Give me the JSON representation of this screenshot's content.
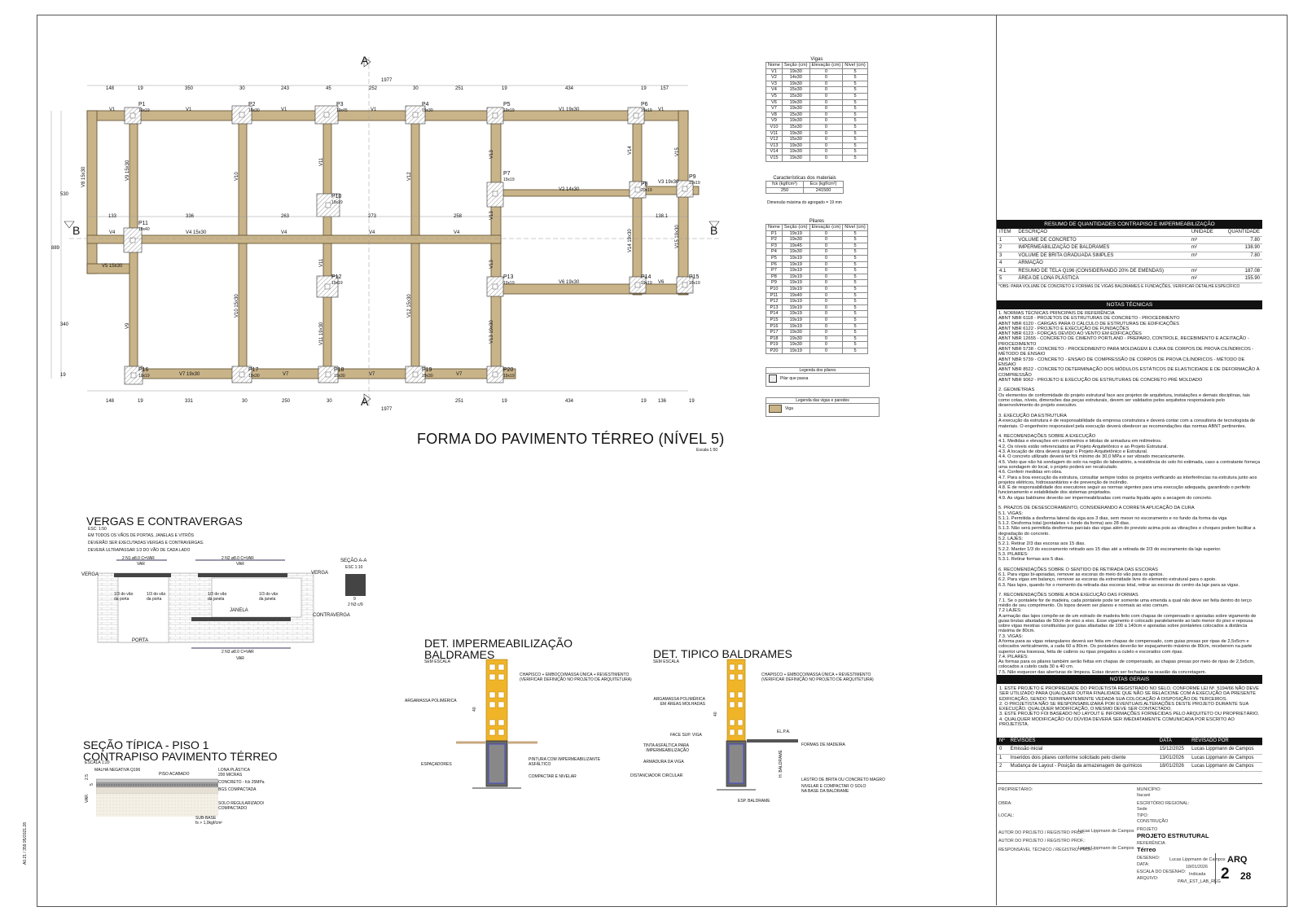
{
  "plan": {
    "title": "FORMA DO PAVIMENTO TÉRREO (NÍVEL 5)",
    "scale": "Escala 1:50",
    "section_a": "A",
    "section_b": "B",
    "dim_total": "1977",
    "dims_top": [
      "148",
      "19",
      "350",
      "30",
      "243",
      "45",
      "252",
      "30",
      "251",
      "19",
      "434",
      "19",
      "157"
    ],
    "dims_bottom": [
      "148",
      "19",
      "331",
      "30",
      "250",
      "30",
      "251",
      "19",
      "434",
      "19",
      "136",
      "19"
    ],
    "dims_left": [
      "530",
      "889",
      "340",
      "19"
    ],
    "dims_mid": [
      "133",
      "336",
      "263",
      "273",
      "258",
      "138.1"
    ],
    "pillars": [
      {
        "n": "P1",
        "s": "19x19"
      },
      {
        "n": "P2",
        "s": "19x30"
      },
      {
        "n": "P3",
        "s": "19x45"
      },
      {
        "n": "P4",
        "s": "19x30"
      },
      {
        "n": "P5",
        "s": "19x19"
      },
      {
        "n": "P6",
        "s": "19x19"
      },
      {
        "n": "P7",
        "s": "19x19"
      },
      {
        "n": "P8",
        "s": "20x19"
      },
      {
        "n": "P9",
        "s": "19x19"
      },
      {
        "n": "P10",
        "s": "19x19"
      },
      {
        "n": "P11",
        "s": "19x40"
      },
      {
        "n": "P12",
        "s": "19x19"
      },
      {
        "n": "P13",
        "s": "19x19"
      },
      {
        "n": "P14",
        "s": "19x19"
      },
      {
        "n": "P15",
        "s": "19x19"
      },
      {
        "n": "P16",
        "s": "19x19"
      },
      {
        "n": "P17",
        "s": "19x30"
      },
      {
        "n": "P18",
        "s": "19x30"
      },
      {
        "n": "P19",
        "s": "19x30"
      },
      {
        "n": "P20",
        "s": "19x19"
      }
    ],
    "beam_labels": [
      "V1",
      "V1",
      "V1",
      "V1",
      "V1 19x30",
      "V1",
      "V2 14x30",
      "V3 19x30",
      "V4",
      "V4 15x30",
      "V4",
      "V4",
      "V4",
      "V5 15x30",
      "V6 19x30",
      "V6",
      "V7 19x30",
      "V7",
      "V7",
      "V7",
      "V8 15x30",
      "V9 15x30",
      "V9",
      "V10",
      "V10 15x30",
      "V11",
      "V11",
      "V11 19x30",
      "V12",
      "V12 15x30",
      "V13",
      "V13",
      "V13",
      "V13 19x30",
      "V14",
      "V14 19x30",
      "V15",
      "V15 19x30"
    ]
  },
  "vigas_table": {
    "caption": "Vigas",
    "headers": [
      "Nome",
      "Seção (cm)",
      "Elevação (cm)",
      "Nível (cm)"
    ],
    "rows": [
      [
        "V1",
        "19x30",
        "0",
        "5"
      ],
      [
        "V2",
        "14x30",
        "0",
        "5"
      ],
      [
        "V3",
        "19x30",
        "0",
        "5"
      ],
      [
        "V4",
        "15x30",
        "0",
        "5"
      ],
      [
        "V5",
        "15x30",
        "0",
        "5"
      ],
      [
        "V6",
        "19x30",
        "0",
        "5"
      ],
      [
        "V7",
        "19x30",
        "0",
        "5"
      ],
      [
        "V8",
        "15x30",
        "0",
        "5"
      ],
      [
        "V9",
        "19x30",
        "0",
        "5"
      ],
      [
        "V10",
        "15x30",
        "0",
        "5"
      ],
      [
        "V11",
        "19x30",
        "0",
        "5"
      ],
      [
        "V12",
        "15x30",
        "0",
        "5"
      ],
      [
        "V13",
        "19x30",
        "0",
        "5"
      ],
      [
        "V14",
        "19x30",
        "0",
        "5"
      ],
      [
        "V15",
        "19x30",
        "0",
        "5"
      ]
    ]
  },
  "materials_table": {
    "caption": "Características dos materiais",
    "headers": [
      "fck (kgf/cm²)",
      "Ecs (kgf/cm²)"
    ],
    "row": [
      "250",
      "241500"
    ],
    "note": "Dimensão máxima do agregado = 19 mm"
  },
  "pilares_table": {
    "caption": "Pilares",
    "headers": [
      "Nome",
      "Seção (cm)",
      "Elevação (cm)",
      "Nível (cm)"
    ],
    "rows": [
      [
        "P1",
        "19x19",
        "0",
        "5"
      ],
      [
        "P2",
        "19x30",
        "0",
        "5"
      ],
      [
        "P3",
        "19x45",
        "0",
        "5"
      ],
      [
        "P4",
        "19x30",
        "0",
        "5"
      ],
      [
        "P5",
        "19x19",
        "0",
        "5"
      ],
      [
        "P6",
        "19x19",
        "0",
        "5"
      ],
      [
        "P7",
        "19x19",
        "0",
        "5"
      ],
      [
        "P8",
        "19x19",
        "0",
        "5"
      ],
      [
        "P9",
        "19x19",
        "0",
        "5"
      ],
      [
        "P10",
        "19x19",
        "0",
        "5"
      ],
      [
        "P11",
        "19x40",
        "0",
        "5"
      ],
      [
        "P12",
        "19x19",
        "0",
        "5"
      ],
      [
        "P13",
        "19x19",
        "0",
        "5"
      ],
      [
        "P14",
        "19x19",
        "0",
        "5"
      ],
      [
        "P15",
        "19x19",
        "0",
        "5"
      ],
      [
        "P16",
        "19x19",
        "0",
        "5"
      ],
      [
        "P17",
        "19x30",
        "0",
        "5"
      ],
      [
        "P18",
        "19x30",
        "0",
        "5"
      ],
      [
        "P19",
        "19x30",
        "0",
        "5"
      ],
      [
        "P20",
        "19x19",
        "0",
        "5"
      ]
    ]
  },
  "legend_pillars": {
    "title": "Legenda dos pilares",
    "item": "Pilar que passa"
  },
  "legend_beams": {
    "title": "Legenda das vigas e paredes",
    "item": "Viga"
  },
  "vergas": {
    "title": "VERGAS E CONTRAVERGAS",
    "esc": "ESC: 1:50",
    "lines": [
      "EM TODOS OS VÃOS DE PORTAS, JANELAS E VITRÔS",
      "DEVERÃO SER EXECUTADAS VERGAS E CONTRAVERGAS.",
      "DEVERÁ ULTRAPASSAR 1/3 DO VÃO DE CADA LADO"
    ],
    "n1": "2 N1 ø8.0  C=VAR",
    "n2": "2 N2 ø8.0  C=VAR",
    "n3": "2 N3 ø8.0  C=VAR",
    "var": "VAR",
    "verga": "VERGA",
    "janela": "JANELA",
    "contraverga": "CONTRAVERGA",
    "porta": "PORTA",
    "third_porta": "1/3 do vão da porta",
    "third_janela": "1/3 do vão da janela",
    "secao": "SEÇÃO A-A",
    "secao_esc": "ESC 1:10",
    "secao_dim": "9",
    "n3_label": "2 N3 c/9"
  },
  "secao_piso": {
    "title1": "SEÇÃO TÍPICA - PISO 1",
    "title2": "CONTRAPISO PAVIMENTO TÉRREO",
    "esc": "ESCALA 1:20",
    "malha": "MALHA NEGATIVA Q196",
    "acabado": "PISO ACABADO",
    "lona": "LONA PLÁSTICA 200 MICRAS",
    "concreto": "CONCRETO - fck 25MPa",
    "bgs": "BGS COMPACTADA",
    "solo": "SOLO REGULARIZADO/ COMPACTADO",
    "subbase": "SUB-BASE",
    "fs": "fs > 1,0kgf/cm²",
    "var": "VAR.",
    "d25": "2.5",
    "d5": "5"
  },
  "impermeab": {
    "title1": "DET. IMPERMEABILIZAÇÃO",
    "title2": "BALDRAMES",
    "esc": "SEM ESCALA",
    "chapisco": "CHAPISCO + EMBOÇO/MASSA ÚNICA + REVESTIMENTO (VERIFICAR DEFINIÇÃO NO PROJETO DE ARQUITETURA)",
    "argamassa": "ARGAMASSA POLIMÉRICA",
    "espacadores": "ESPAÇADORES",
    "pintura": "PINTURA COM IMPERMEABILIZANTE ASFÁLTICO",
    "compactar": "COMPACTAR E NIVELAR",
    "d40": "40"
  },
  "tipico": {
    "title": "DET. TIPICO BALDRAMES",
    "esc": "SEM ESCALA",
    "chapisco": "CHAPISCO + EMBOÇO/MASSA ÚNICA + REVESTIMENTO (VERIFICAR DEFINIÇÃO NO PROJETO DE ARQUITETURA)",
    "argamassa": "ARGAMASSA POLIMÉRICA EM ÁREAS MOLHADAS",
    "face": "FACE SUP. VIGA",
    "tinta": "TINTA ASFÁLTICA PARA IMPERMEABILIZAÇÃO",
    "armadura": "ARMADURA DA VIGA",
    "distanciador": "DISTANCIADOR CIRCULAR",
    "elpa": "EL.P.A.",
    "formas": "FORMAS DE MADEIRA",
    "lastro": "LASTRO DE BRITA OU CONCRETO MAGRO",
    "nivelar": "NIVELAR E COMPACTAR O SOLO NA BASE DA BALDRAME",
    "esp": "ESP. BALDRAME",
    "h": "H. BALDRAME",
    "d40": "40"
  },
  "quantities": {
    "title": "RESUMO DE QUANTIDADES CONTRAPISO E IMPERMEABILIZAÇÃO",
    "headers": [
      "ITEM",
      "DESCRIÇÃO",
      "UNIDADE",
      "QUANTIDADE"
    ],
    "rows": [
      [
        "1",
        "VOLUME DE CONCRETO",
        "m³",
        "7.80"
      ],
      [
        "2",
        "IMPERMEABILIZAÇÃO DE BALDRAMES",
        "m²",
        "138.90"
      ],
      [
        "3",
        "VOLUME DE BRITA GRADUADA SIMPLES",
        "m³",
        "7.80"
      ],
      [
        "4",
        "ARMAÇÃO",
        "",
        ""
      ],
      [
        "4.1",
        "RESUMO DE TELA Q196 (CONSIDERANDO 20% DE EMENDAS)",
        "m²",
        "187.08"
      ],
      [
        "5",
        "ÁREA DE LONA PLÁSTICA",
        "m²",
        "155.90"
      ]
    ],
    "obs": "*OBS: PARA VOLUME DE CONCRETO E FORMAS DE VIGAS BALDRAMES E FUNDAÇÕES, VERIFICAR DETALHE ESPECÍFICO"
  },
  "notas_tecnicas": {
    "title": "NOTAS TÉCNICAS",
    "text": "1. NORMAS TÉCNICAS PRINCIPAIS DE REFERÊNCIA\nABNT NBR 6118 - PROJETOS DE ESTRUTURAS DE CONCRETO - PROCEDIMENTO\nABNT NBR 6120 - CARGAS PARA O CÁLCULO DE ESTRUTURAS DE EDIFICAÇÕES\nABNT NBR 6122 - PROJETO E EXECUÇÃO DE FUNDAÇÕES\nABNT NBR 6123 - FORÇAS DEVIDO AO VENTO EM EDIFICAÇÕES\nABNT NBR 12655 - CONCRETO DE CIMENTO PORTLAND - PREPARO, CONTROLE, RECEBIMENTO E ACEITAÇÃO - PROCEDIMENTO\nABNT NBR 5738 - CONCRETO - PROCEDIMENTO PARA MOLDAGEM E CURA DE CORPOS DE PROVA CILÍNDRICOS - MÉTODO DE ENSAIO\nABNT NBR 5739 - CONCRETO - ENSAIO DE COMPRESSÃO DE CORPOS DE PROVA CILÍNDRICOS - MÉTODO DE ENSAIO\nABNT NBR 8522 - CONCRETO DETERMINAÇÃO DOS MÓDULOS ESTÁTICOS DE ELASTICIDADE E DE DEFORMAÇÃO À COMPRESSÃO\nABNT NBR 9062 - PROJETO E EXECUÇÃO DE ESTRUTURAS DE CONCRETO PRÉ MOLDADO\n\n2. GEOMETRIAS\nOs elementos de conformidade do projeto estrutural face aos projetos de arquitetura, instalações e demais disciplinas, tais como cotas, níveis, dimensões das peças estruturais, devem ser validados pelos arquitetos responsáveis pelo desenvolvimento do projeto executivo.\n\n3. EXECUÇÃO DA ESTRUTURA\nA execução da estrutura é de responsabilidade da empresa construtora e deverá contar com a consultoria de tecnologista de materiais. O engenheiro responsável pela execução deverá obedecer as recomendações das normas ABNT pertinentes.\n\n4. RECOMENDAÇÕES SOBRE A EXECUÇÃO\n4.1. Medidas e elevações em centímetros e bitolas de armadura em milímetros.\n4.2. Os níveis estão referenciados ao Projeto Arquitetônico e ao Projeto Estrutural.\n4.3. A locação de obra deverá seguir o Projeto Arquitetônico e Estrutural.\n4.4. O concreto utilizado deverá ter fck mínimo de 30,0 MPa e ser vibrado mecanicamente.\n4.5. Visto que não há sondagem do solo na região do laboratório, a resistência do solo foi estimada, caso a contratante forneça uma sondagem do local, o projeto poderá ser recalculado.\n4.6. Conferir medidas em obra.\n4.7. Para a boa execução da estrutura, consultar sempre todos os projetos verificando as interferências na estrutura junto aos projetos elétricos, hidrossanitários e de prevenção de incêndio.\n4.8. É de responsabilidade dos executores seguir as normas vigentes para uma execução adequada, garantindo o perfeito funcionamento e estabilidade dos sistemas projetados.\n4.9. As vigas baldrame deverão ser impermeabilizadas com manta líquida após a secagem do concreto.\n\n5. PRAZOS DE DESESCORAMENTO, CONSIDERANDO A CORRETA APLICAÇÃO DA CURA\n5.1. VIGAS:\n5.1.1. Permitida a desforma lateral da viga aos 3 dias, sem mexer no escoramento e no fundo da forma da viga\n5.1.2. Desforma total (pontaletes + fundo da forma) aos 28 dias.\n5.1.3. Não será permitida desformas parciais das vigas além do previsto acima pois as vibrações e choques podem facilitar a degradação do concreto.\n5.2. LAJES:\n5.2.1. Retirar 2/3 das escoras aos 15 dias.\n5.2.2. Manter 1/3 do escoramento retirado aos 15 dias até a retirada de 2/3 do escoramento da laje superior.\n5.3. PILARES:\n5.3.1. Retirar formas aos 5 dias.\n\n6. RECOMENDAÇÕES SOBRE O SENTIDO DE RETIRADA DAS ESCORAS\n6.1. Para vigas bi-apoiadas, remover as escoras do meio do vão para os apoios.\n6.2. Para vigas em balanço, remover as escoras da extremidade livre do elemento estrutural para o apoio.\n6.3. Nas lajes, quando for o momento da retirada das escoras total, retirar as escoras do centro da laje para as vigas.\n\n7. RECOMENDAÇÕES SOBRE A BOA EXECUÇÃO DAS FORMAS\n7.1. Se o pontalete for de madeira, cada pontalete pode ter somente uma emenda a qual não deve ser feita dentro do terço médio de seu comprimento. Os topos devem ser planos e normais ao eixo comum.\n7.2 LAJES:\nA armação das lajes compõe-se de um estrado de madeira feito com chapas de compensado e apoiadas sobre vigamento de guias brutas afastadas de 50cm de eixo a eixo. Esse vigamento é colocado paralelamente ao lado menor do piso e repousa sobre vigas mestras constituídas por guias afastadas de 100 a 140cm e apoiadas sobre pontaletes colocados a distância máxima de 80cm.\n7.3. VIGAS:\nA forma para as vigas retangulares deverá ser feita em chapas de compensado, com guias presas por ripas de 2,5x5cm e colocados verticalmente, a cada 60 a 80cm. Os pontaletes deverão ter espaçamento máximo de 80cm, receberem na parte superior uma travessa, feita de caibros ou ripas pregados a cutelo e escorados com ripas.\n7.4. PILARES:\nAs formas para os pilares também serão feitas em chapas de compensado, as chapas presas por meio de ripas de 2,5x5cm, colocados a cutelo cada 30 a 40 cm.\n7.5. Não esquecer das aberturas de limpeza. Estas devem ser fechadas na ocasião da concretagem."
  },
  "notas_gerais": {
    "title": "NOTAS GERAIS",
    "text": "1. ESTE PROJETO É PROPRIEDADE DO PROJETISTA REGISTRADO NO SELO, CONFORME LEI Nº. 5194/66 NÃO DEVE SER UTILIZADO PARA QUALQUER OUTRA FINALIDADE QUE NÃO SE RELACIONE COM A EXECUÇÃO DA PRESENTE EDIFICAÇÃO, SENDO TERMINANTEMENTE VEDADA SUA COLOCAÇÃO À DISPOSIÇÃO DE TERCEIROS.\n2. O PROJETISTA NÃO SE RESPONSABILIZARÁ POR EVENTUAIS ALTERAÇÕES DESTE PROJETO DURANTE SUA EXECUÇÃO. QUALQUER MODIFICAÇÃO, O MESMO DEVE SER CONTACTADO.\n3. ESTE PROJETO FOI BASEADO NO LAYOUT E INFORMAÇÕES FORNECIDAS PELO ARQUITETO OU PROPRIETÁRIO.\n4. QUALQUER MODIFICAÇÃO OU DÚVIDA DEVERÁ SER IMEDIATAMENTE COMUNICADA POR ESCRITO AO PROJETISTA."
  },
  "revisoes": {
    "headers": [
      "Nº",
      "REVISÕES",
      "DATA",
      "REVISADO POR"
    ],
    "rows": [
      [
        "0",
        "Emissão inicial",
        "15/12/2025",
        "Lucas Lippmann de Campos"
      ],
      [
        "1",
        "Inseridos dois pilares conforme solicitado pelo cliente",
        "13/01/2026",
        "Lucas Lippmann de Campos"
      ],
      [
        "2",
        "Mudança de Layout - Posição da armazenagem de químicos",
        "18/01/2026",
        "Lucas Lippmann de Campos"
      ]
    ]
  },
  "carimbo": {
    "proprietario": "PROPRIETÁRIO:",
    "municipio": "MUNICÍPIO:",
    "municipio_val": "Itacaré",
    "obra": "OBRA:",
    "escritorio": "ESCRITÓRIO REGIONAL:",
    "escritorio_val": "Sede",
    "local": "LOCAL:",
    "tipo": "TIPO:",
    "tipo_val": "CONSTRUÇÃO",
    "autor1": "AUTOR DO PROJETO / REGISTRO PROF.:",
    "autor1_val": "Lucas Lippmann de Campos",
    "autor2": "AUTOR DO PROJETO / REGISTRO PROF.:",
    "resp": "RESPONSÁVEL TÉCNICO / REGISTRO PROF.:",
    "resp_val": "Lucas Lippmann de Campos",
    "projeto_lbl": "PROJETO",
    "projeto_val": "PROJETO ESTRUTURAL",
    "ref_lbl": "REFERÊNCIA",
    "ref_val": "Térreo",
    "desenho": "DESENHO:",
    "desenho_val": "Lucas Lippmann de Campos",
    "data": "DATA:",
    "data_val": "18/01/2026",
    "escala": "ESCALA DO DESENHO:",
    "escala_val": "Indicada",
    "arquivo": "ARQUIVO:",
    "arquivo_val": "PAVI_EST_LAB_REG",
    "disc": "ARQ",
    "num": "2",
    "total": "28"
  },
  "side_text": "A0.21 / 359.95/2021.28"
}
